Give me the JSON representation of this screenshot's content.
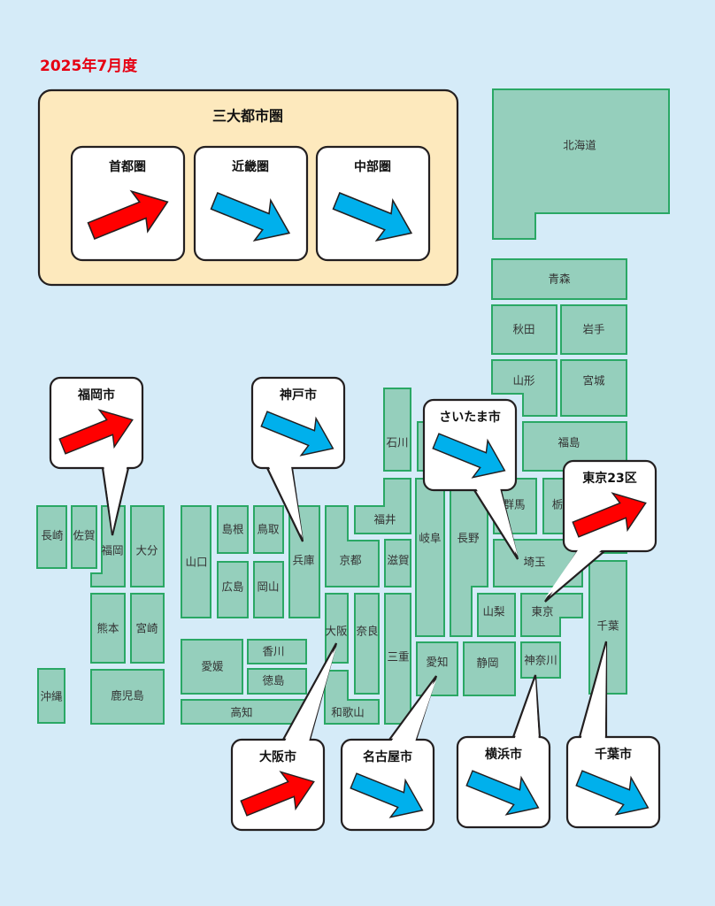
{
  "title": "2025年7月度",
  "colors": {
    "up": "#ff0000",
    "down": "#00b0ec",
    "panel": "#fde9bd",
    "background": "#d5ebf8",
    "prefecture": "#95cfbc",
    "prefecture_border": "#2aa865"
  },
  "metro_panel": {
    "title": "三大都市圏",
    "areas": [
      {
        "name": "首都圏",
        "trend": "up"
      },
      {
        "name": "近畿圏",
        "trend": "down"
      },
      {
        "name": "中部圏",
        "trend": "down"
      }
    ]
  },
  "cities": [
    {
      "name": "福岡市",
      "trend": "up"
    },
    {
      "name": "神戸市",
      "trend": "down"
    },
    {
      "name": "さいたま市",
      "trend": "down"
    },
    {
      "name": "東京23区",
      "trend": "up"
    },
    {
      "name": "大阪市",
      "trend": "up"
    },
    {
      "name": "名古屋市",
      "trend": "down"
    },
    {
      "name": "横浜市",
      "trend": "down"
    },
    {
      "name": "千葉市",
      "trend": "down"
    }
  ],
  "prefectures": {
    "hokkaido": "北海道",
    "aomori": "青森",
    "akita": "秋田",
    "iwate": "岩手",
    "yamagata": "山形",
    "miyagi": "宮城",
    "fukushima": "福島",
    "ishikawa": "石川",
    "fukui": "福井",
    "kyoto": "京都",
    "shiga": "滋賀",
    "gifu": "岐阜",
    "nagano": "長野",
    "gunma": "群馬",
    "tochigi": "栃",
    "saitama": "埼玉",
    "yamanashi": "山梨",
    "tokyo": "東京",
    "chiba": "千葉",
    "aichi": "愛知",
    "shizuoka": "静岡",
    "kanagawa": "神奈川",
    "mie": "三重",
    "osaka": "大阪",
    "nara": "奈良",
    "wakayama": "和歌山",
    "hyogo": "兵庫",
    "tottori": "鳥取",
    "shimane": "島根",
    "hiroshima": "広島",
    "okayama": "岡山",
    "yamaguchi": "山口",
    "ehime": "愛媛",
    "kagawa": "香川",
    "tokushima": "徳島",
    "kochi": "高知",
    "nagasaki": "長崎",
    "saga": "佐賀",
    "fukuoka": "福岡",
    "oita": "大分",
    "kumamoto": "熊本",
    "miyazaki": "宮崎",
    "kagoshima": "鹿児島",
    "okinawa": "沖縄"
  }
}
